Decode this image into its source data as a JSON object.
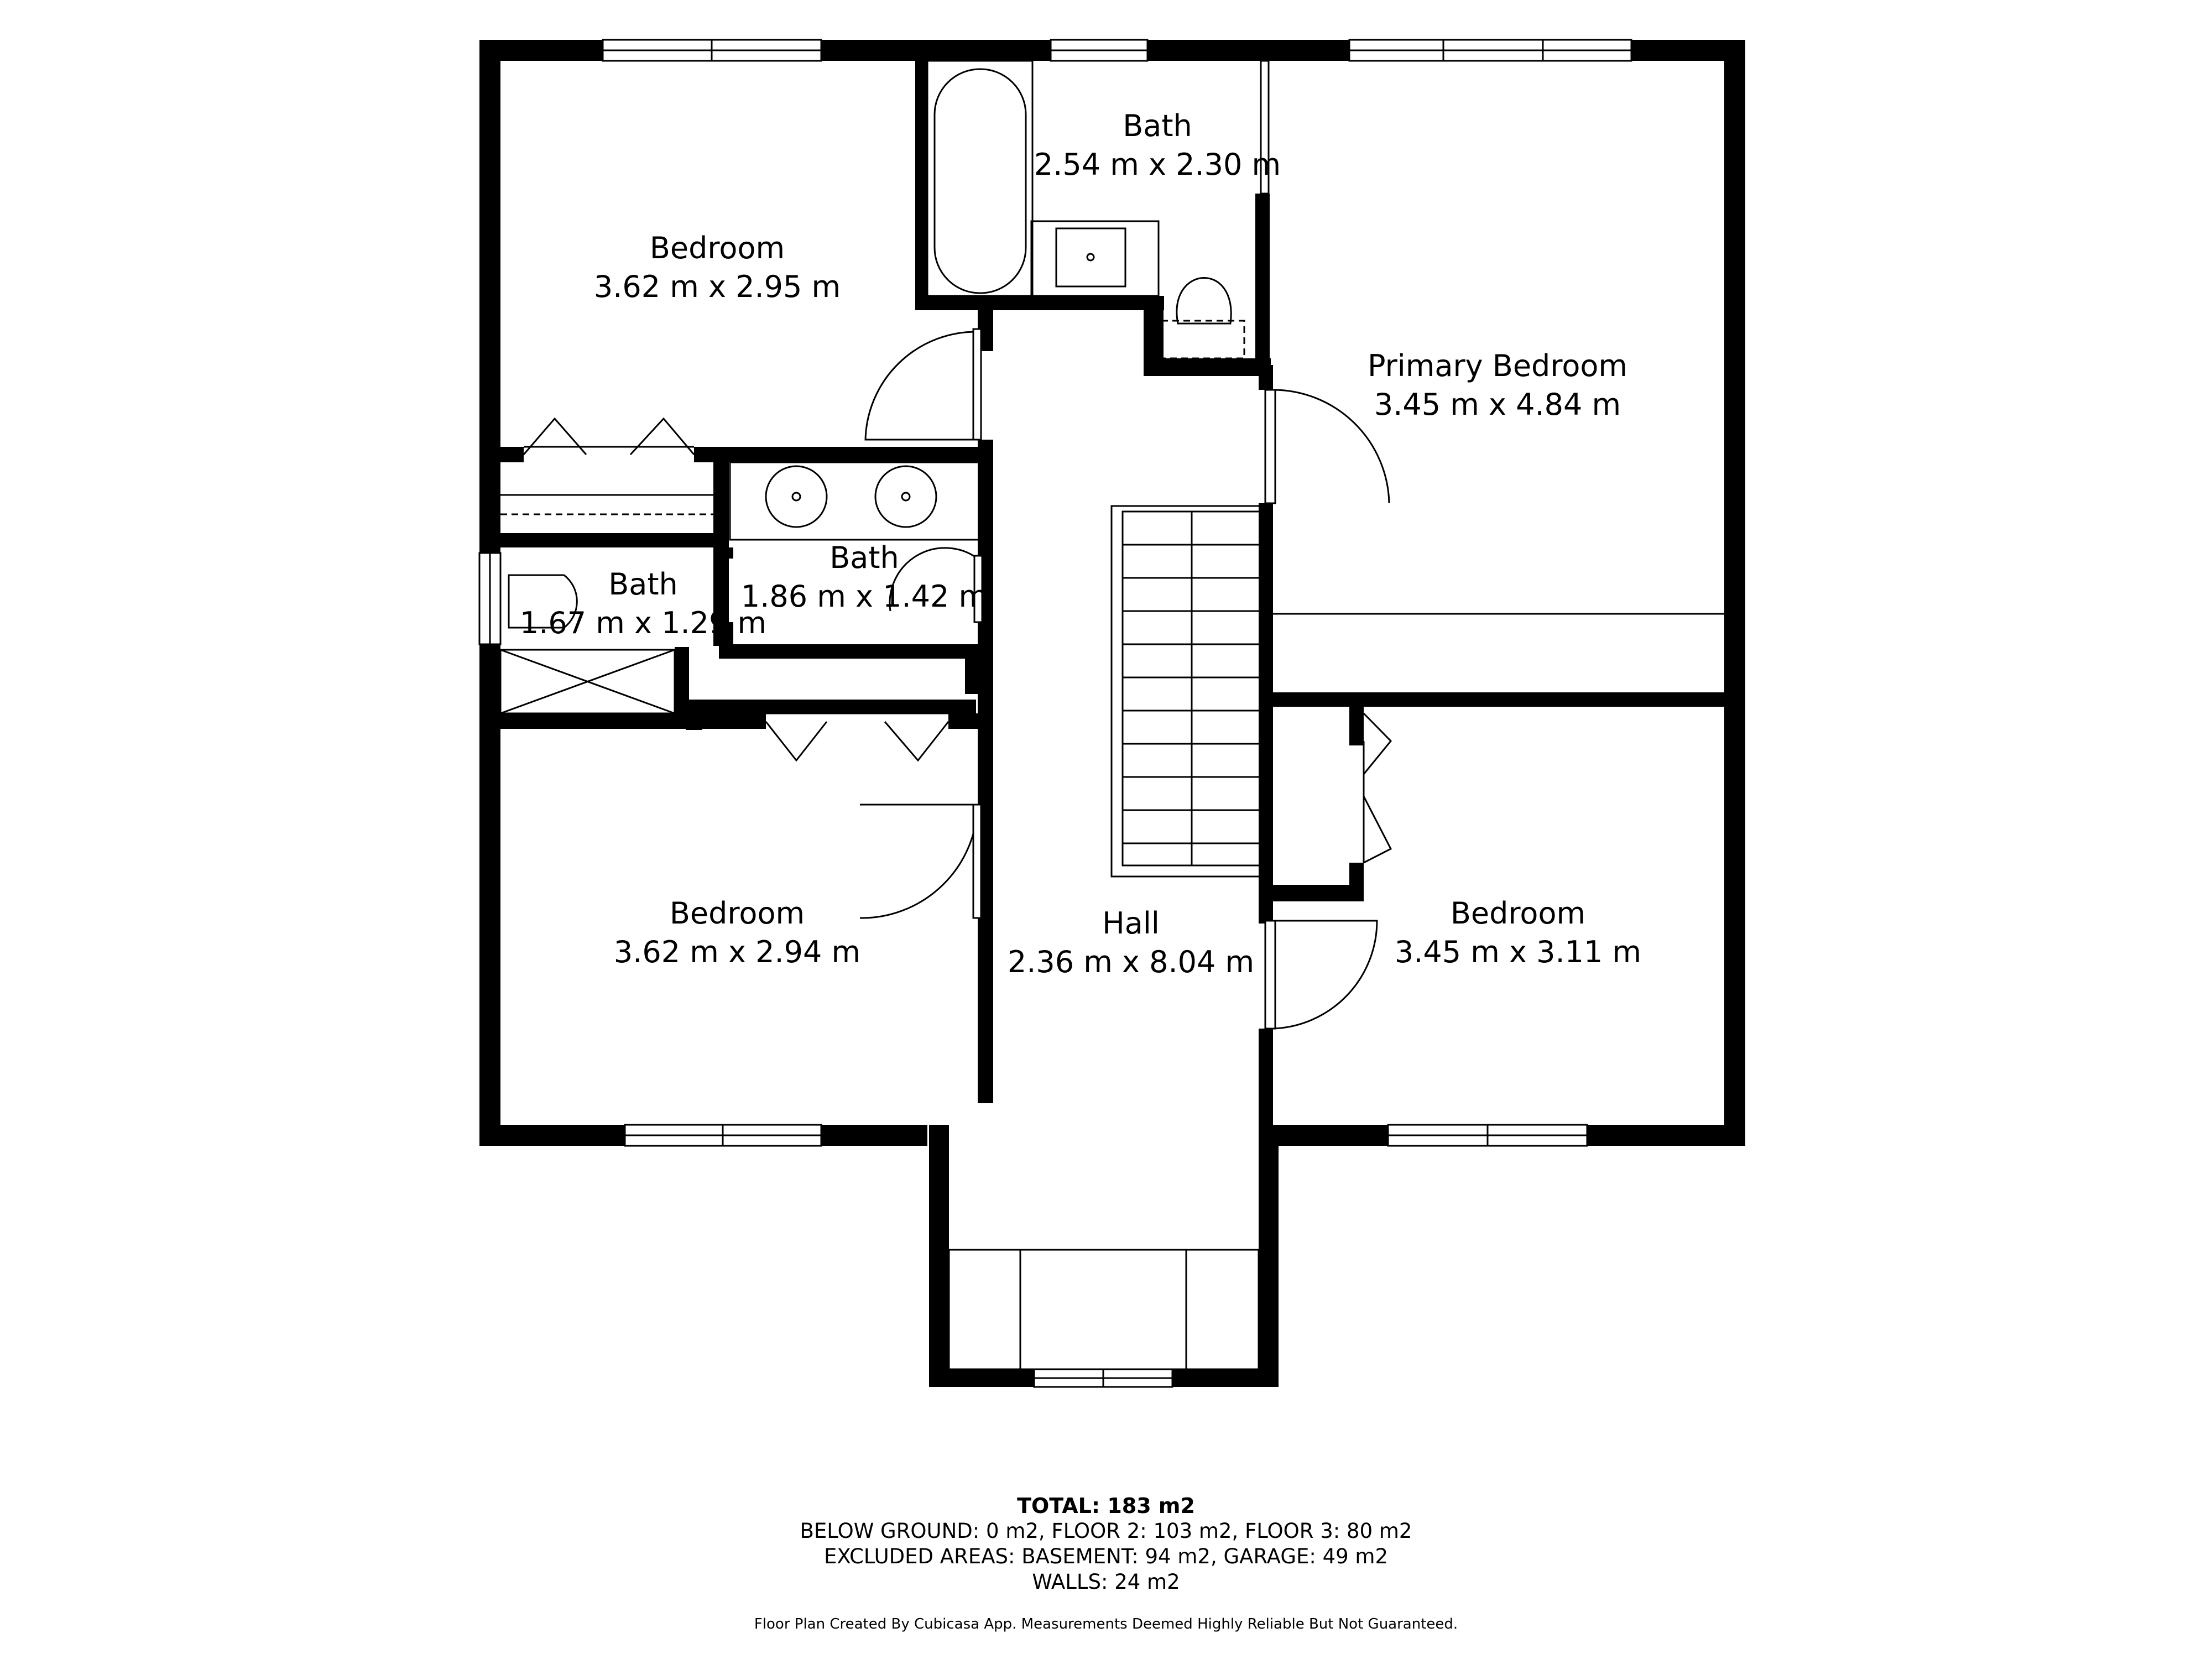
{
  "rooms": [
    {
      "id": "bedroom-nw",
      "name": "Bedroom",
      "size": "3.62 m x 2.95 m"
    },
    {
      "id": "bath-top",
      "name": "Bath",
      "size": "2.54 m x 2.30 m"
    },
    {
      "id": "primary-bedroom",
      "name": "Primary Bedroom",
      "size": "3.45 m x 4.84 m"
    },
    {
      "id": "bath-center",
      "name": "Bath",
      "size": "1.86 m x 1.42 m"
    },
    {
      "id": "bath-small",
      "name": "Bath",
      "size": "1.67 m x 1.29 m"
    },
    {
      "id": "bedroom-sw",
      "name": "Bedroom",
      "size": "3.62 m x 2.94 m"
    },
    {
      "id": "hall",
      "name": "Hall",
      "size": "2.36 m x 8.04 m"
    },
    {
      "id": "bedroom-se",
      "name": "Bedroom",
      "size": "3.45 m x 3.11 m"
    }
  ],
  "summary": {
    "total": "TOTAL: 183 m2",
    "below": "BELOW GROUND: 0 m2, FLOOR 2: 103 m2, FLOOR 3: 80 m2",
    "excluded": "EXCLUDED AREAS: BASEMENT: 94 m2, GARAGE: 49 m2",
    "walls": "WALLS: 24 m2"
  },
  "footer": "Floor Plan Created By Cubicasa App. Measurements Deemed Highly Reliable But Not Guaranteed."
}
